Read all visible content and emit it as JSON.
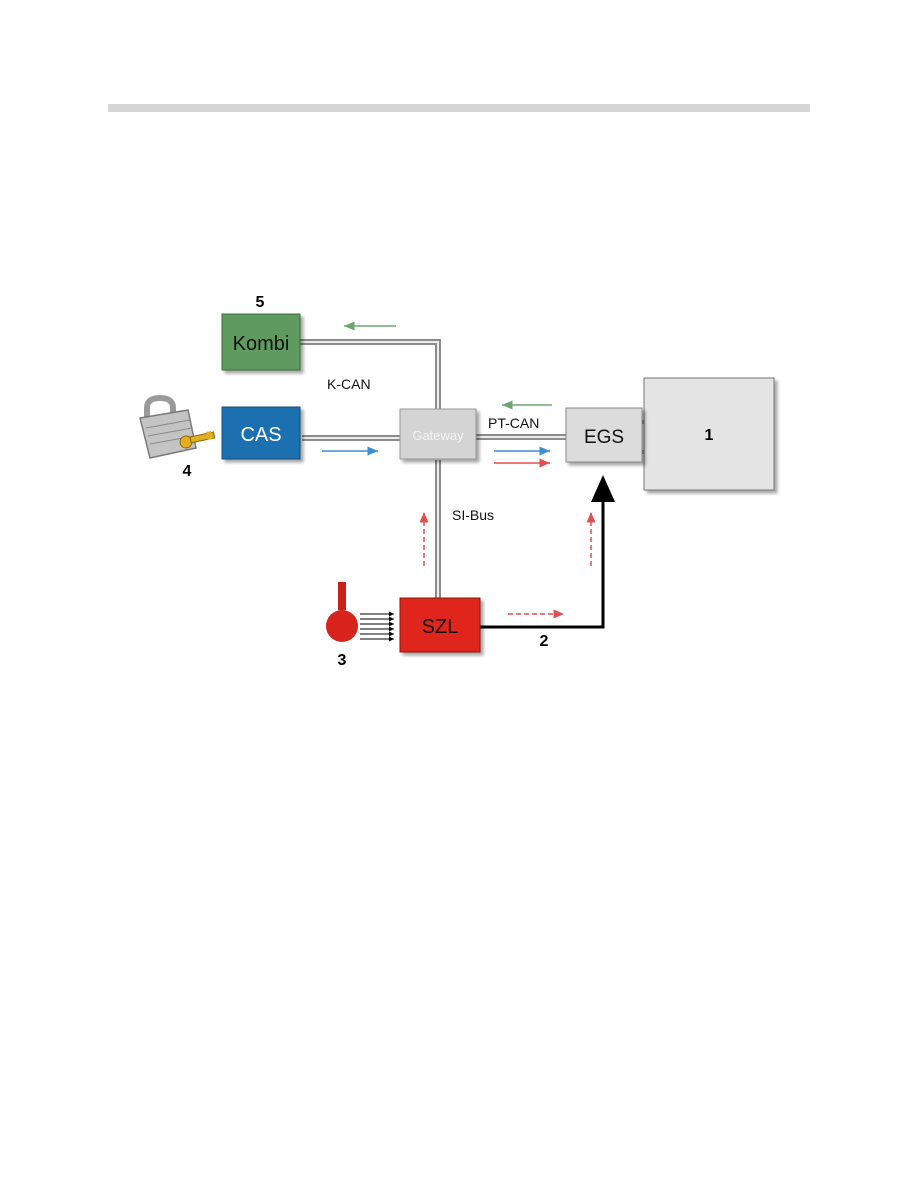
{
  "diagram": {
    "modules": {
      "kombi": "Kombi",
      "cas": "CAS",
      "gateway": "Gateway",
      "egs": "EGS",
      "szl": "SZL",
      "unit": "1"
    },
    "buses": {
      "k_can": "K-CAN",
      "pt_can": "PT-CAN",
      "si_bus": "SI-Bus"
    },
    "callouts": {
      "n1": "1",
      "n2": "2",
      "n3": "3",
      "n4": "4",
      "n5": "5"
    },
    "colors": {
      "kombi": "#5e9a5e",
      "cas": "#1f6fb0",
      "gateway": "#d4d4d4",
      "egs": "#dcdcdc",
      "szl": "#e0261e",
      "unit": "#e4e4e4",
      "arrow_green": "#6ea66e",
      "arrow_blue": "#3b8fd0",
      "arrow_red": "#e05050",
      "bus_line": "#8c8c8c"
    }
  }
}
